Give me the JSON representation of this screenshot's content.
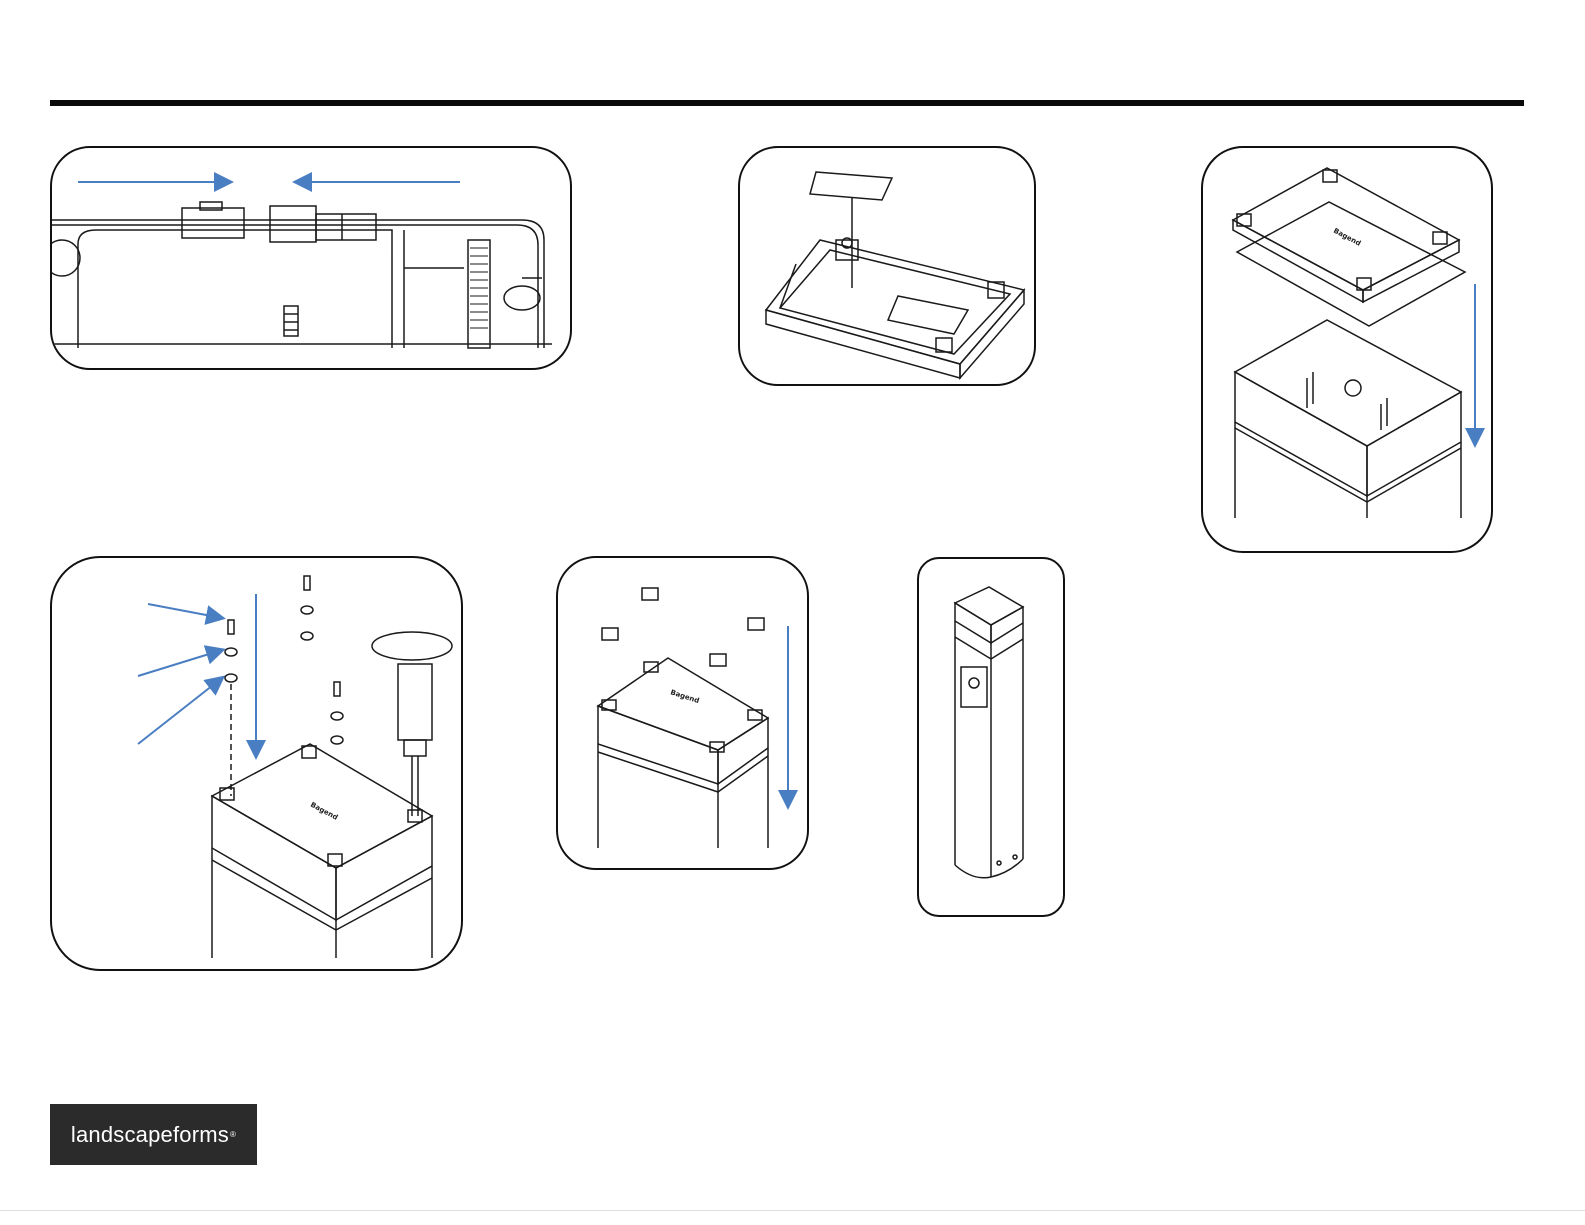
{
  "logo": {
    "text": "landscapeforms",
    "mark": "®"
  },
  "product_label": "Bagend",
  "colors": {
    "arrow": "#4a7ec2",
    "line": "#1a1a1a",
    "logo_bg": "#2b2b2b"
  },
  "panels": [
    {
      "id": "step-connector",
      "icon": "connector-plug-illustration"
    },
    {
      "id": "step-gasket-label",
      "icon": "tray-with-label-illustration"
    },
    {
      "id": "step-lid-placement",
      "icon": "lid-lowering-illustration"
    },
    {
      "id": "step-screw-fastening",
      "icon": "screwdriver-fastening-illustration"
    },
    {
      "id": "step-caps",
      "icon": "caps-insertion-illustration"
    },
    {
      "id": "step-finished",
      "icon": "finished-bollard-illustration"
    }
  ]
}
